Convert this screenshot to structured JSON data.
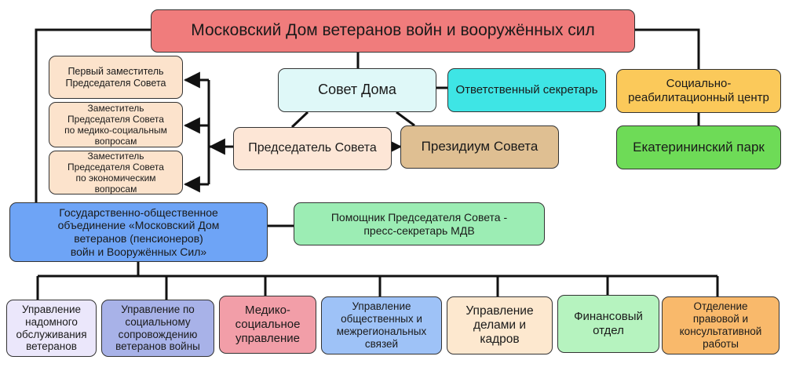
{
  "nodes": {
    "root": "Московский Дом ветеранов войн и вооружённых сил",
    "council": "Совет Дома",
    "secretary": "Ответственный секретарь",
    "rehab_center": "Социально-\nреабилитационный центр",
    "park": "Екатерининский парк",
    "chairman": "Председатель Совета",
    "presidium": "Президиум Совета",
    "deputy_first": "Первый заместитель\nПредседателя Совета",
    "deputy_medical": "Заместитель\nПредседателя Совета\nпо медико-социальным\nвопросам",
    "deputy_economic": "Заместитель\nПредседателя Совета\nпо экономическим\nвопросам",
    "association": "Государственно-общественное\nобъединение «Московский Дом\nветеранов (пенсионеров)\nвойн и Вооружённых Сил»",
    "assistant": "Помощник Председателя Совета -\nпресс-секретарь МДВ"
  },
  "departments": [
    "Управление\nнадомного\nобслуживания\nветеранов",
    "Управление по\nсоциальному\nсопровождению\nветеранов войны",
    "Медико-\nсоциальное\nуправление",
    "Управление\nобщественных и\nмежрегиональных\nсвязей",
    "Управление\nделами и\nкадров",
    "Финансовый\nотдел",
    "Отделение\nправовой и\nконсультативной\nработы"
  ],
  "colors": {
    "root": "#f07c7c",
    "council": "#dff8f8",
    "secretary": "#3ee5e5",
    "rehab_center": "#fbc95a",
    "park": "#6edb57",
    "chairman": "#fde6d6",
    "presidium": "#dfbf92",
    "deputy": "#fce3cc",
    "association": "#6ea4f6",
    "assistant": "#9cedb4",
    "departments": [
      "#ebe7fb",
      "#a8b2e8",
      "#f29ea8",
      "#9ec2f7",
      "#fde8cf",
      "#b6f3bf",
      "#f9b96b"
    ]
  }
}
